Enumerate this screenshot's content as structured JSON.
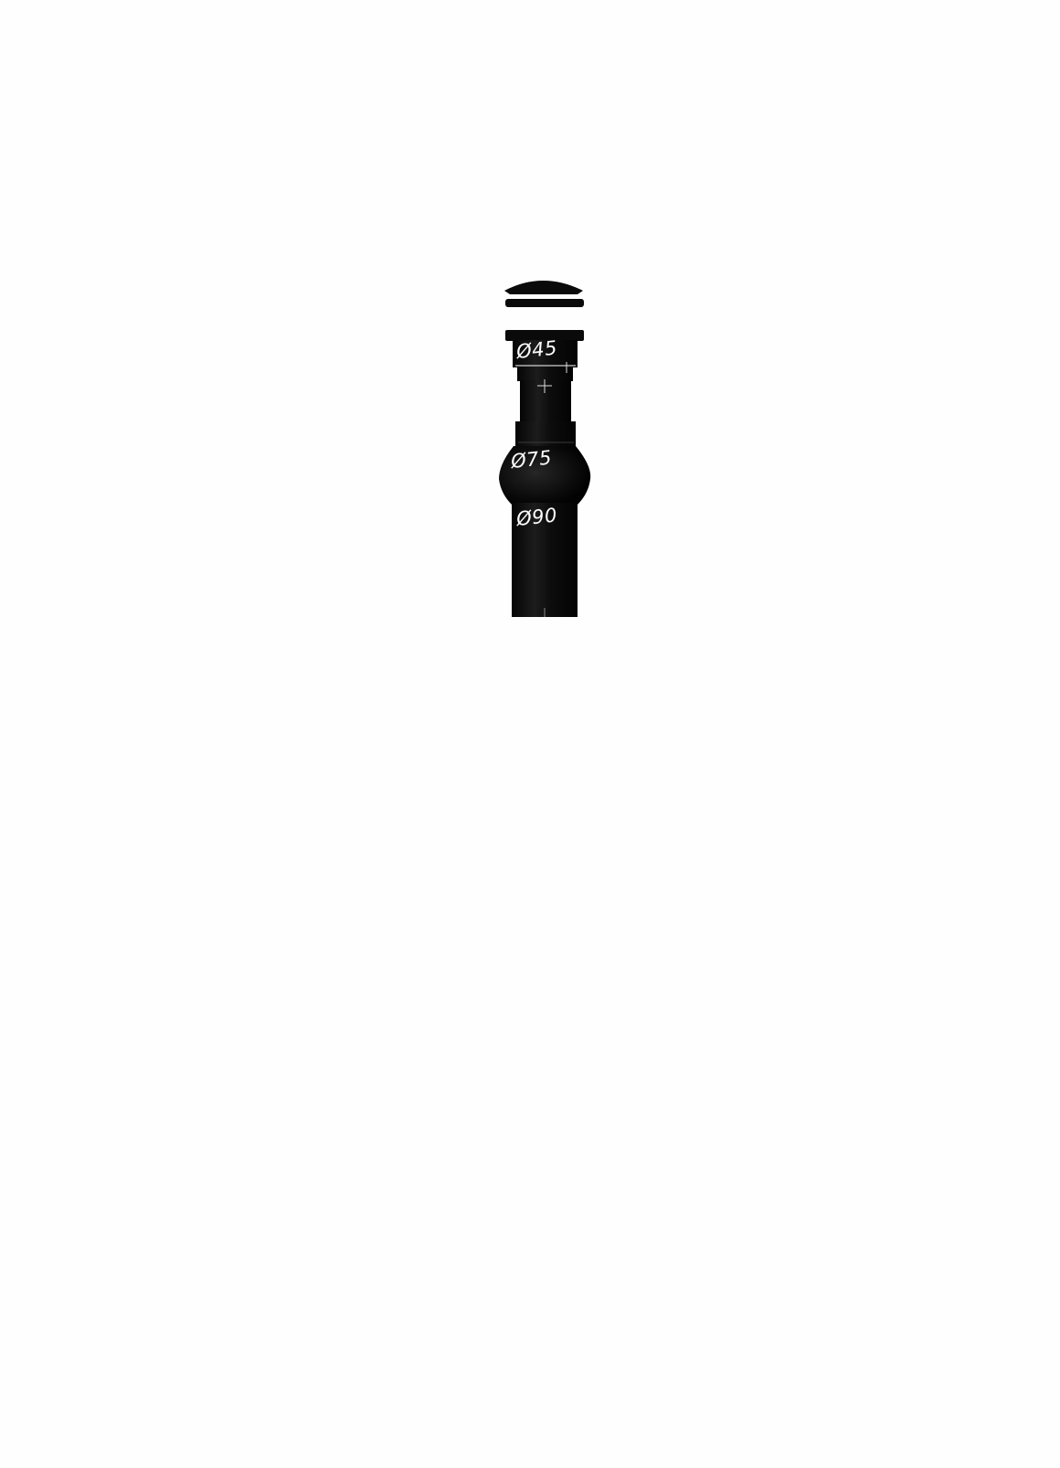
{
  "diagram": {
    "colors": {
      "background": "#fefefe",
      "part_fill": "#0a0a0a",
      "highlight": "#2a2a2a",
      "marking": "#ffffff"
    },
    "labels": {
      "top_diameter": "Ø45",
      "middle_diameter": "Ø75",
      "bottom_diameter": "Ø90"
    }
  }
}
